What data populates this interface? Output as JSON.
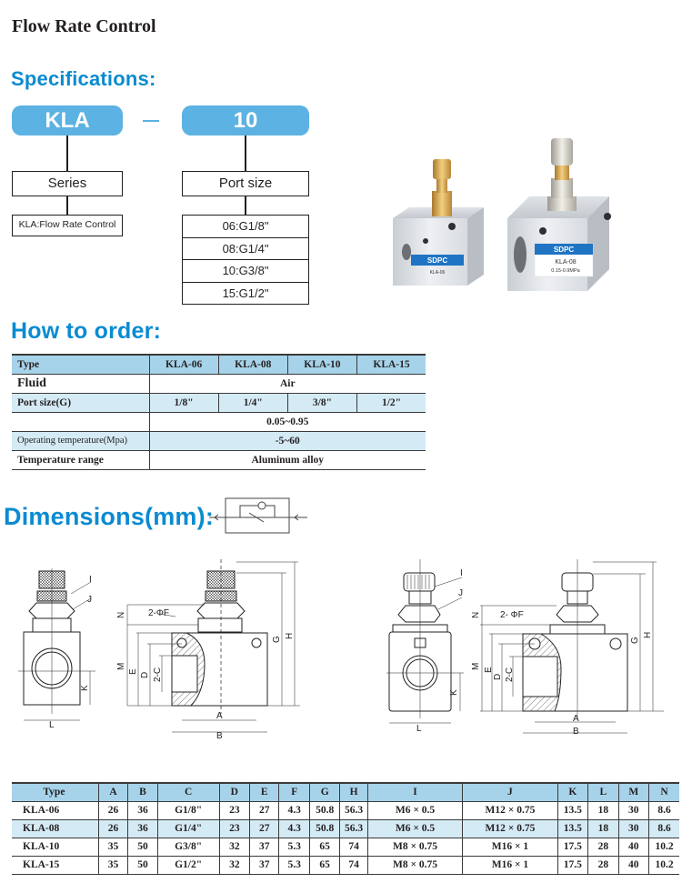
{
  "page": {
    "title": "Flow Rate Control"
  },
  "sections": {
    "specifications": "Specifications:",
    "how_to_order": "How to order:",
    "dimensions": "Dimensions(mm):"
  },
  "code": {
    "series_code": "KLA",
    "separator": "—",
    "port_code": "10",
    "series_label": "Series",
    "port_label": "Port size",
    "series_options": [
      "KLA:Flow Rate Control"
    ],
    "port_options": [
      "06:G1/8\"",
      "08:G1/4\"",
      "10:G3/8\"",
      "15:G1/2\""
    ]
  },
  "photo": {
    "brand": "SDPC",
    "small_model": "KLA-06",
    "large_model": "KLA-08",
    "large_pressure": "0.15-0.9MPa"
  },
  "order_table": {
    "rows": [
      {
        "label": "Type",
        "values": [
          "KLA-06",
          "KLA-08",
          "KLA-10",
          "KLA-15"
        ]
      },
      {
        "label": "Fluid",
        "value": "Air"
      },
      {
        "label": "Port size(G)",
        "values": [
          "1/8\"",
          "1/4\"",
          "3/8\"",
          "1/2\""
        ]
      },
      {
        "label": "",
        "value": "0.05~0.95"
      },
      {
        "label": "Operating temperature(Mpa)",
        "value": "-5~60"
      },
      {
        "label": "Temperature range",
        "value": "Aluminum alloy"
      }
    ]
  },
  "drawing_labels": {
    "left": {
      "I": "I",
      "J": "J",
      "N": "N",
      "F": "2-ΦF",
      "M": "M",
      "E": "E",
      "D": "D",
      "C": "2-C",
      "K": "K",
      "L": "L",
      "A": "A",
      "B": "B",
      "G": "G",
      "H": "H"
    },
    "right": {
      "I": "I",
      "J": "J",
      "N": "N",
      "F": "2- ΦF",
      "M": "M",
      "E": "E",
      "D": "D",
      "C": "2-C",
      "K": "K",
      "L": "L",
      "A": "A",
      "B": "B",
      "G": "G",
      "H": "H"
    }
  },
  "dim_table": {
    "headers": [
      "Type",
      "A",
      "B",
      "C",
      "D",
      "E",
      "F",
      "G",
      "H",
      "I",
      "J",
      "K",
      "L",
      "M",
      "N"
    ],
    "rows": [
      [
        "KLA-06",
        "26",
        "36",
        "G1/8\"",
        "23",
        "27",
        "4.3",
        "50.8",
        "56.3",
        "M6 × 0.5",
        "M12 × 0.75",
        "13.5",
        "18",
        "30",
        "8.6"
      ],
      [
        "KLA-08",
        "26",
        "36",
        "G1/4\"",
        "23",
        "27",
        "4.3",
        "50.8",
        "56.3",
        "M6 × 0.5",
        "M12 × 0.75",
        "13.5",
        "18",
        "30",
        "8.6"
      ],
      [
        "KLA-10",
        "35",
        "50",
        "G3/8\"",
        "32",
        "37",
        "5.3",
        "65",
        "74",
        "M8 × 0.75",
        "M16 × 1",
        "17.5",
        "28",
        "40",
        "10.2"
      ],
      [
        "KLA-15",
        "35",
        "50",
        "G1/2\"",
        "32",
        "37",
        "5.3",
        "65",
        "74",
        "M8 × 0.75",
        "M16 × 1",
        "17.5",
        "28",
        "40",
        "10.2"
      ]
    ]
  },
  "colors": {
    "heading_blue": "#0a8bd0",
    "pill_blue": "#5cb2e2",
    "table_header": "#a7d3ea",
    "table_light": "#d4eaf5"
  }
}
